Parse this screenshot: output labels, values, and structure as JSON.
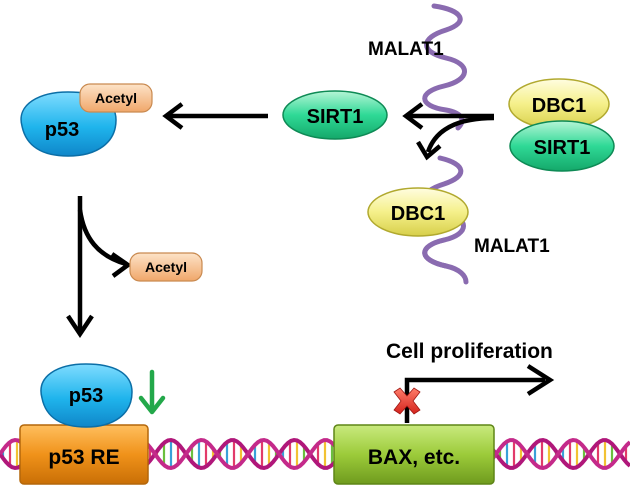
{
  "nodes": {
    "p53_top": "p53",
    "acetyl_top": "Acetyl",
    "sirt1_free": "SIRT1",
    "malat1_top": "MALAT1",
    "dbc1_complex": "DBC1",
    "sirt1_complex": "SIRT1",
    "dbc1_bound": "DBC1",
    "malat1_bottom": "MALAT1",
    "acetyl_released": "Acetyl",
    "p53_bottom": "p53",
    "p53_re": "p53 RE",
    "bax": "BAX, etc.",
    "cell_proliferation": "Cell proliferation"
  },
  "colors": {
    "p53": "#1fb4ec",
    "acetyl": "#f6c08e",
    "sirt1": "#2fd996",
    "dbc1": "#f5f08a",
    "malat1": "#8a6bb0",
    "box": "#f0921a",
    "bax_box": "#9ccb3a",
    "down_arrow": "#23a84a",
    "block_mark": "#e8302c"
  },
  "icons": {
    "decrease_indicator": "green-down-arrow-icon",
    "inhibition": "red-x-icon"
  }
}
